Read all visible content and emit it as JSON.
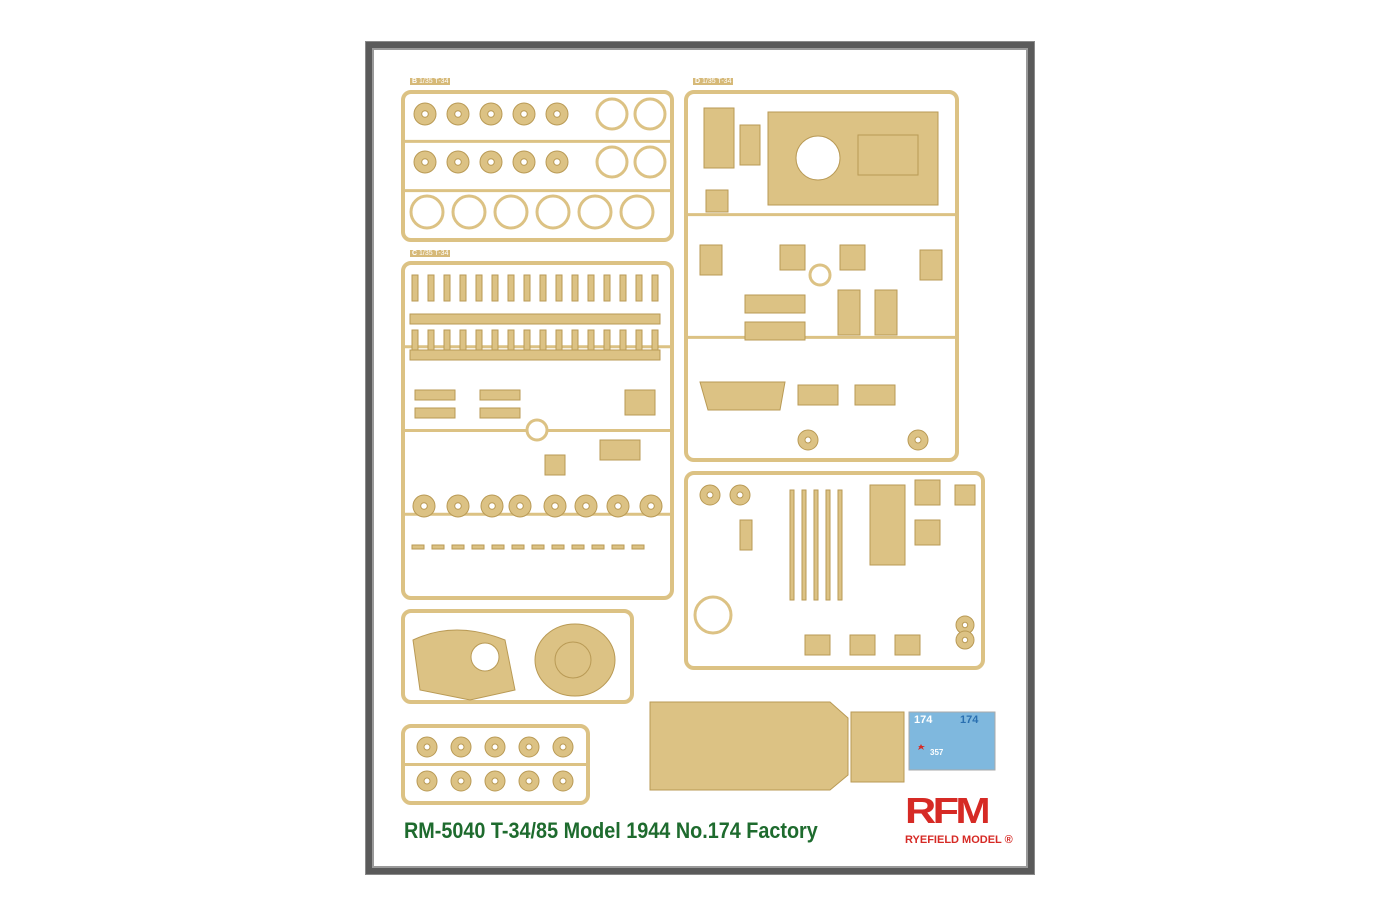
{
  "product_title": "RM-5040 T-34/85 Model 1944 No.174 Factory",
  "brand": {
    "logo": "RFM",
    "name": "RYEFIELD MODEL",
    "mark": "®",
    "color": "#d62a25"
  },
  "title_color": "#1e6b2e",
  "plastic_color": "#dcc284",
  "sprues": [
    {
      "letter": "B",
      "scale": "1/35 T-34"
    },
    {
      "letter": "C",
      "scale": "1/35 T-34"
    },
    {
      "letter": "D",
      "scale": "1/35 T-34"
    }
  ],
  "decals": [
    "174",
    "357"
  ]
}
